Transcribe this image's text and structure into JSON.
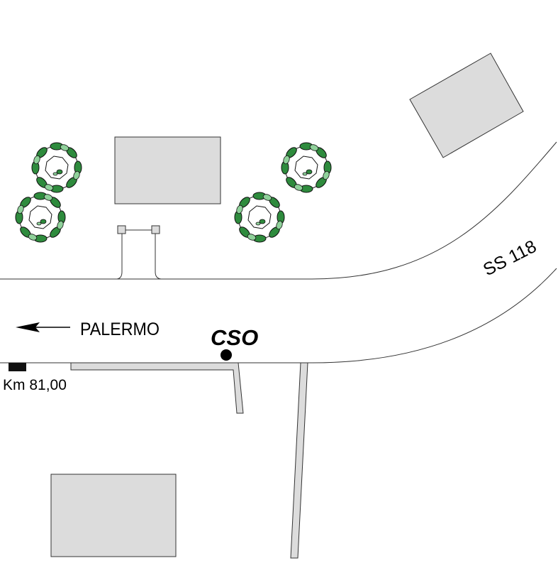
{
  "map": {
    "road_label": "SS 118",
    "direction_label": "PALERMO",
    "site_label": "CSO",
    "km_label": "Km 81,00"
  },
  "colors": {
    "building_fill": "#dcdcdc",
    "tree_foliage": "#2e8b3d",
    "tree_foliage_light": "#8fd19a",
    "ink": "#000000"
  },
  "icons": {
    "tree": "tree-icon",
    "site_marker": "site-dot-icon",
    "km_marker": "kilometer-marker-icon",
    "direction": "arrow-left-icon"
  }
}
